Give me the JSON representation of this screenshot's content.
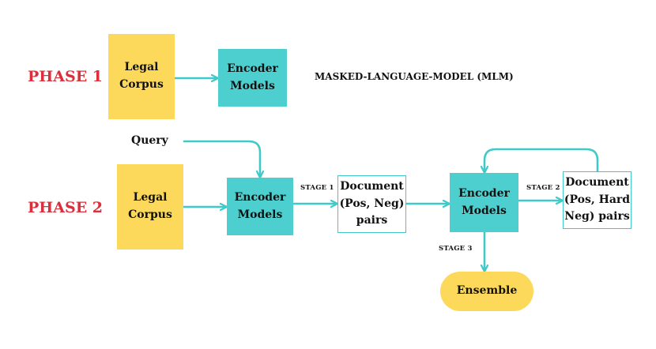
{
  "phase1": {
    "label": "PHASE 1",
    "corpus": "Legal\nCorpus",
    "encoder": "Encoder\nModels",
    "mlm_label": "MASKED-LANGUAGE-MODEL (MLM)"
  },
  "phase2": {
    "label": "PHASE 2",
    "query": "Query",
    "corpus": "Legal\nCorpus",
    "encoder1": "Encoder\nModels",
    "stage1": "STAGE 1",
    "doc1": "Document\n(Pos, Neg)\npairs",
    "encoder2": "Encoder\nModels",
    "stage2": "STAGE 2",
    "doc2": "Document\n(Pos, Hard\nNeg) pairs",
    "stage3": "STAGE 3",
    "ensemble": "Ensemble"
  },
  "colors": {
    "phase_red": "#dc2f3c",
    "corpus_yellow": "#fcd95b",
    "encoder_teal": "#4ecfcf",
    "arrow_teal": "#3fc9c9"
  }
}
